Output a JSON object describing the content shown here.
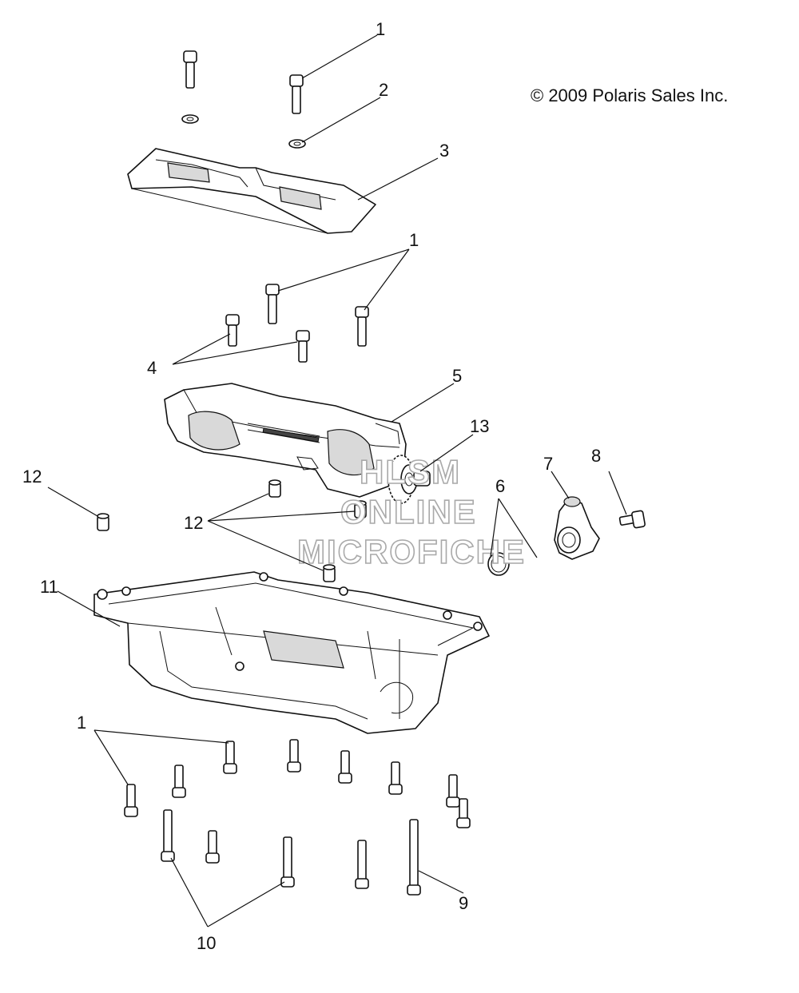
{
  "copyright": "© 2009 Polaris Sales Inc.",
  "watermark": {
    "line1": "HLSM",
    "line2": "ONLINE",
    "line3": "MICROFICHE"
  },
  "callouts": {
    "c1_top": "1",
    "c2": "2",
    "c3": "3",
    "c1_mid": "1",
    "c4": "4",
    "c5": "5",
    "c13": "13",
    "c7": "7",
    "c8": "8",
    "c6": "6",
    "c12_left": "12",
    "c12_mid": "12",
    "c11": "11",
    "c1_bottom": "1",
    "c9": "9",
    "c10": "10"
  }
}
